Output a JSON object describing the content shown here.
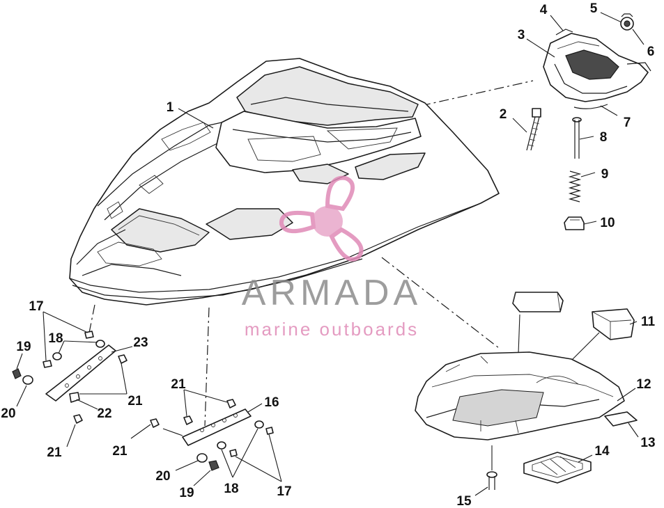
{
  "watermark": {
    "brand": "ARMADA",
    "tagline": "marine outboards",
    "accent_color": "#e08ab7",
    "brand_color": "#8c8c8c"
  },
  "callouts": {
    "c1": "1",
    "c2": "2",
    "c3": "3",
    "c4": "4",
    "c5": "5",
    "c6": "6",
    "c7": "7",
    "c8": "8",
    "c9": "9",
    "c10": "10",
    "c11": "11",
    "c12": "12",
    "c13": "13",
    "c14": "14",
    "c15": "15",
    "c16": "16",
    "c17a": "17",
    "c17b": "17",
    "c18a": "18",
    "c18b": "18",
    "c19a": "19",
    "c19b": "19",
    "c20a": "20",
    "c20b": "20",
    "c21a": "21",
    "c21b": "21",
    "c21c": "21",
    "c21d": "21",
    "c22": "22",
    "c23": "23"
  }
}
